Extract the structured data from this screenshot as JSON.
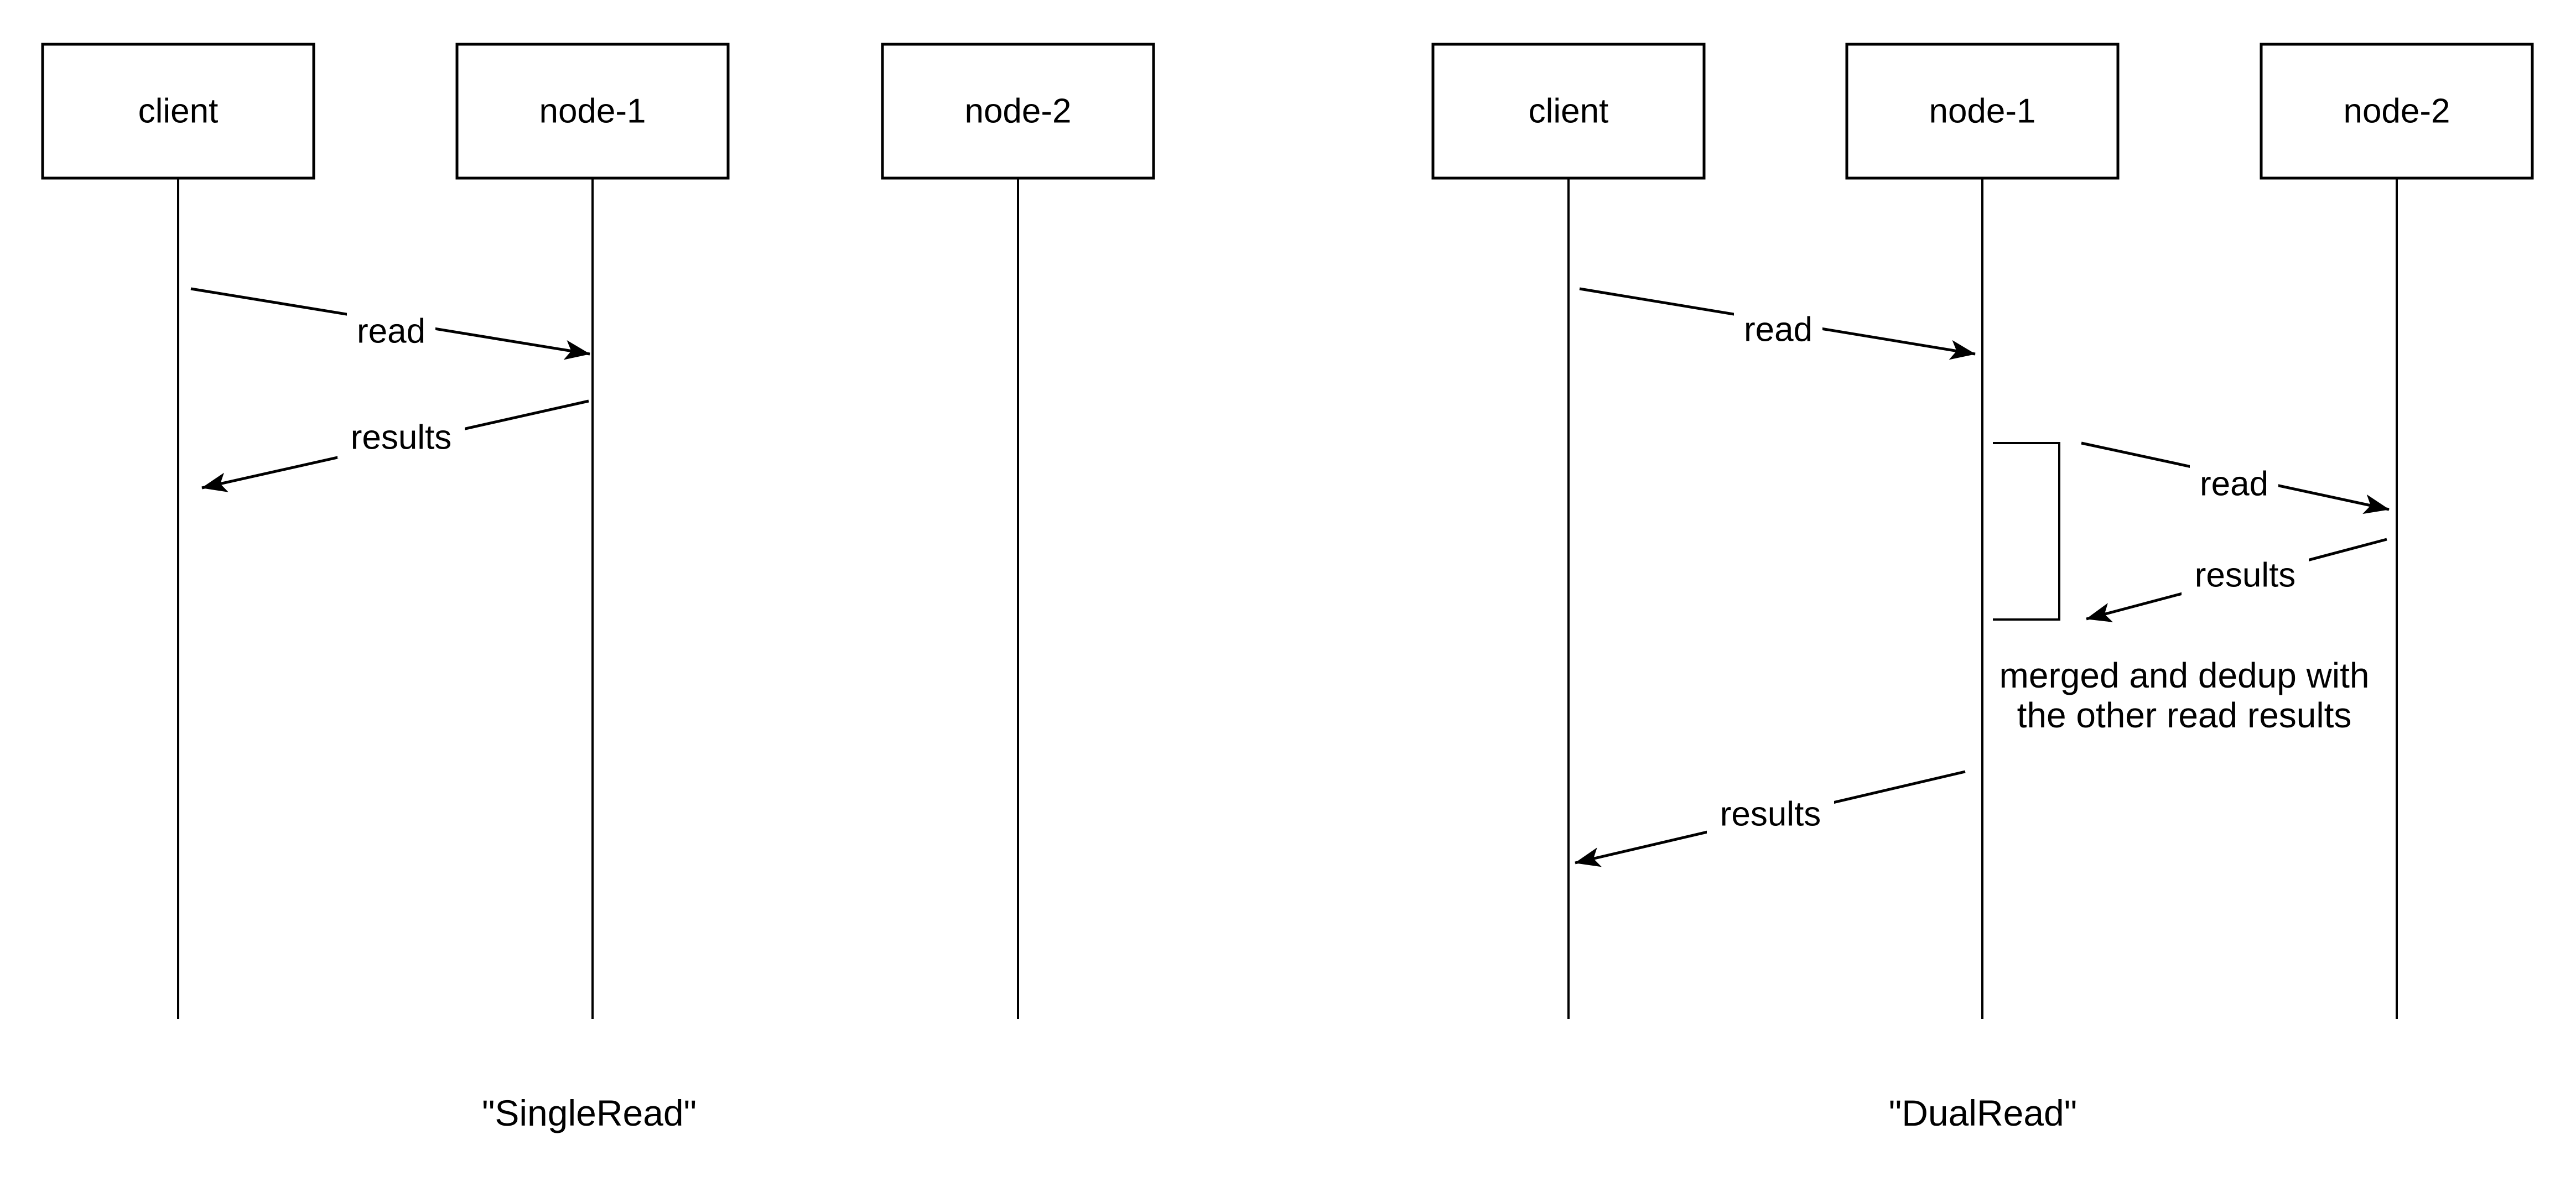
{
  "page": {
    "background_color": "#ffffff",
    "stroke_color": "#000000",
    "text_color": "#000000"
  },
  "diagrams": [
    {
      "title": "\"SingleRead\"",
      "actors": [
        {
          "label": "client"
        },
        {
          "label": "node-1"
        },
        {
          "label": "node-2"
        }
      ],
      "messages": [
        {
          "from": "client",
          "to": "node-1",
          "label": "read"
        },
        {
          "from": "node-1",
          "to": "client",
          "label": "results"
        }
      ]
    },
    {
      "title": "\"DualRead\"",
      "actors": [
        {
          "label": "client"
        },
        {
          "label": "node-1"
        },
        {
          "label": "node-2"
        }
      ],
      "messages": [
        {
          "from": "client",
          "to": "node-1",
          "label": "read"
        },
        {
          "from": "node-1",
          "to": "node-2",
          "label": "read"
        },
        {
          "from": "node-2",
          "to": "node-1",
          "label": "results"
        },
        {
          "from": "node-1",
          "to": "client",
          "label": "results"
        }
      ],
      "note_lines": [
        "merged and dedup with",
        "the other read results"
      ]
    }
  ]
}
